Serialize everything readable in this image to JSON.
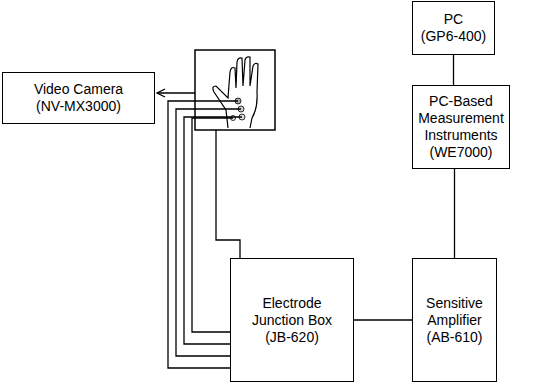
{
  "diagram": {
    "nodes": [
      {
        "text": [
          "PC",
          "(GP6-400)"
        ]
      },
      {
        "text": [
          "Video Camera",
          "(NV-MX3000)"
        ]
      },
      {
        "text": [
          "PC-Based Measurement Instruments",
          "(WE7000)"
        ]
      },
      {
        "text": [
          "Electrode Junction Box",
          "(JB-620)"
        ]
      },
      {
        "text": [
          "Sensitive Amplifier",
          "(AB-610)"
        ]
      }
    ],
    "edges": [
      {
        "from": 0,
        "to": 2,
        "arrow": "none"
      },
      {
        "from": 2,
        "to": 4,
        "arrow": "none"
      },
      {
        "from": 3,
        "to": 4,
        "arrow": "none"
      }
    ]
  }
}
